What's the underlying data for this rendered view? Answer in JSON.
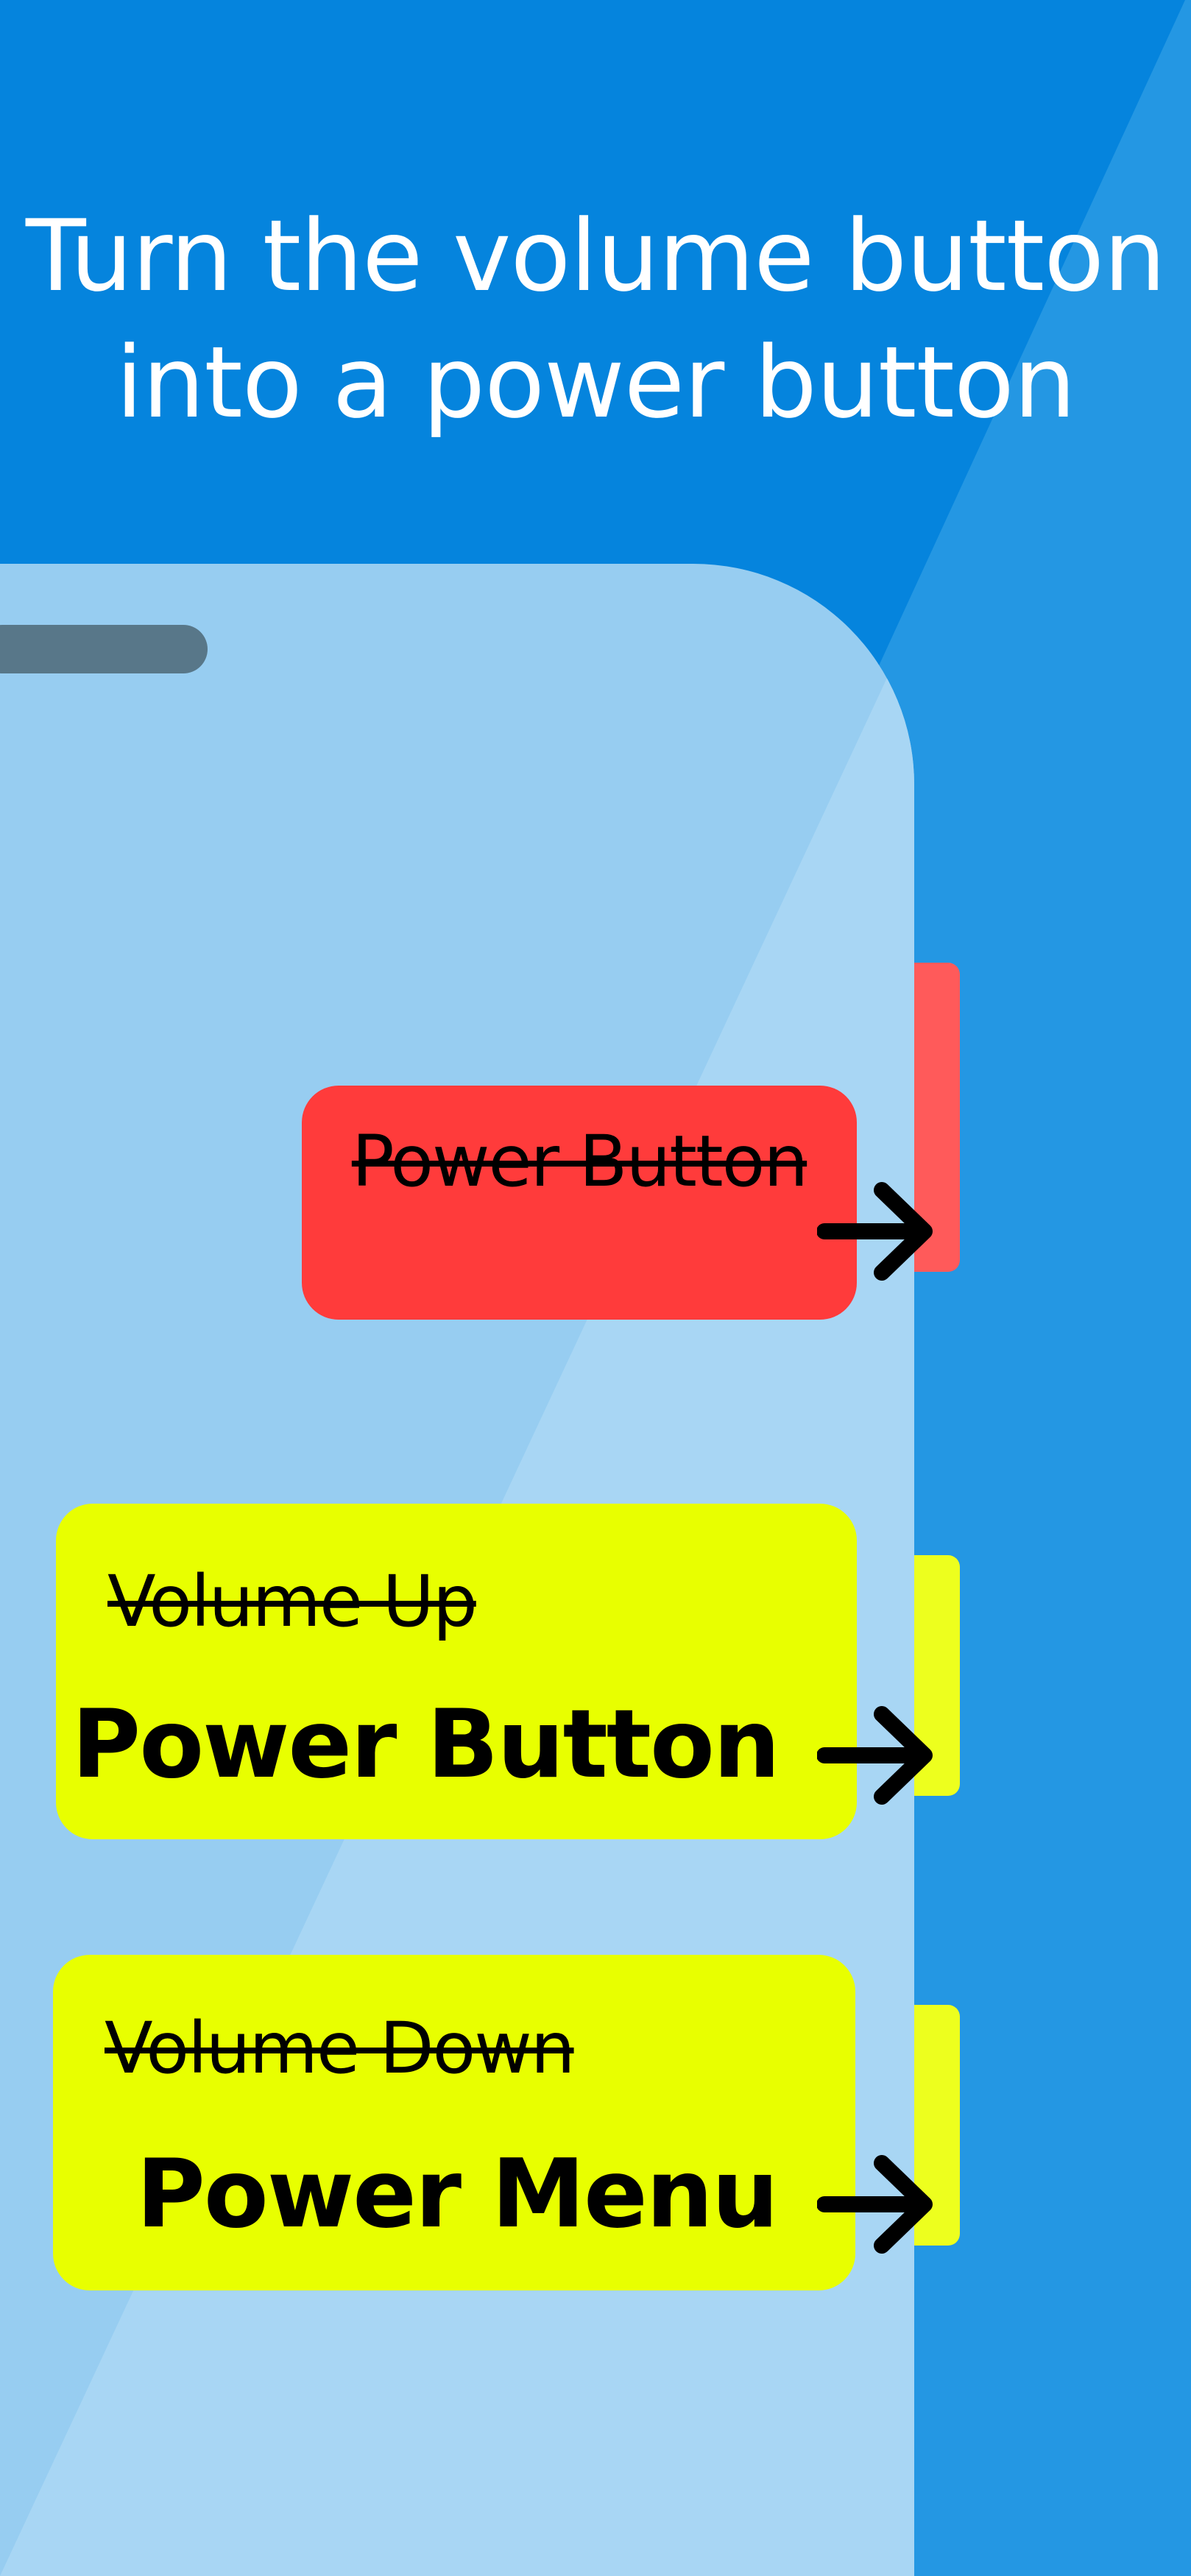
{
  "headline": {
    "line1": "Turn the volume button",
    "line2": "into a power button"
  },
  "colors": {
    "background": "#0584dd",
    "background_diagonal": "#2497e3",
    "phone_body": "#97cdf1",
    "phone_diagonal": "#a8d6f4",
    "power_red": "#ff3b3b",
    "volume_yellow": "#e8ff00",
    "text_white": "#ffffff",
    "text_black": "#000000"
  },
  "buttons": {
    "power": {
      "old_label": "Power Button",
      "icon": "arrow-right-icon"
    },
    "volume_up": {
      "old_label": "Volume Up",
      "new_label": "Power Button",
      "icon": "arrow-right-icon"
    },
    "volume_down": {
      "old_label": "Volume Down",
      "new_label": "Power Menu",
      "icon": "arrow-right-icon"
    }
  }
}
